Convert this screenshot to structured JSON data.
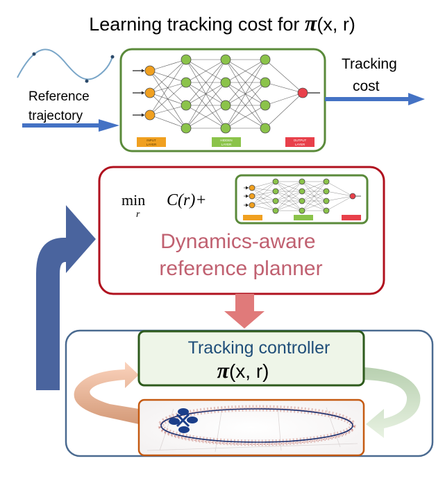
{
  "title": {
    "prefix": "Learning tracking cost for ",
    "pi": "π",
    "args": "(x, r)"
  },
  "reference_label": {
    "line1": "Reference",
    "line2": "trajectory"
  },
  "tracking_cost_label": {
    "line1": "Tracking",
    "line2": "cost"
  },
  "nn_legend": {
    "input": {
      "line1": "INPUT",
      "line2": "LAYER"
    },
    "hidden": {
      "line1": "HIDDEN",
      "line2": "LAYER"
    },
    "output": {
      "line1": "OUTPUT",
      "line2": "LAYER"
    }
  },
  "planner": {
    "formula_min": "min",
    "formula_var": "r",
    "formula_cost": "C(r)+",
    "label_line1": "Dynamics-aware",
    "label_line2": "reference planner"
  },
  "controller": {
    "label": "Tracking controller",
    "pi": "π",
    "args": "(x, r)"
  },
  "colors": {
    "nn_box_border": "#5a8a3a",
    "input_node": "#f0a020",
    "hidden_node": "#8bc34a",
    "output_node": "#e8404a",
    "planner_border": "#b0101e",
    "planner_text": "#c06070",
    "controller_border": "#4a6a90",
    "controller_box_fill": "#eef5e8",
    "controller_box_border": "#2d5a1c",
    "controller_text": "#1f4e79",
    "feedback_arrow": "#4a649e",
    "down_arrow": "#e07a7a",
    "blue_arrow": "#4472c4",
    "sim_border": "#c55a11"
  }
}
